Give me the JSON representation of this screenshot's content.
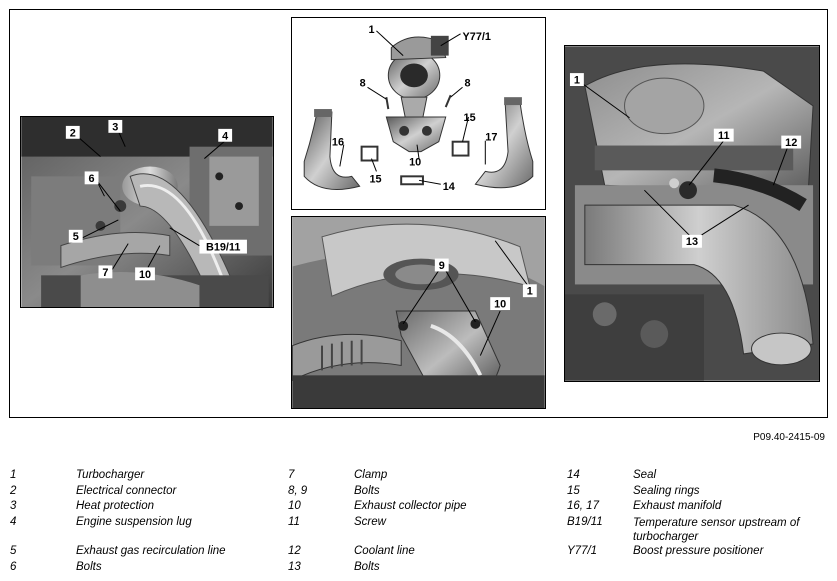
{
  "document_id": "P09.40-2415-09",
  "photo_left_callouts": {
    "c2": "2",
    "c3": "3",
    "c4": "4",
    "c6": "6",
    "c5": "5",
    "c7": "7",
    "c10": "10",
    "cB19": "B19/11"
  },
  "photo_diagram_callouts": {
    "c1": "1",
    "cY77": "Y77/1",
    "c8a": "8",
    "c8b": "8",
    "c15a": "15",
    "c15b": "15",
    "c16": "16",
    "c17": "17",
    "c10": "10",
    "c14": "14"
  },
  "photo_bottom_callouts": {
    "c9": "9",
    "c1": "1",
    "c10": "10"
  },
  "photo_right_callouts": {
    "c1": "1",
    "c11": "11",
    "c12": "12",
    "c13": "13"
  },
  "legend": {
    "col1": [
      {
        "key": "1",
        "label": "Turbocharger"
      },
      {
        "key": "2",
        "label": "Electrical connector"
      },
      {
        "key": "3",
        "label": "Heat protection"
      },
      {
        "key": "4",
        "label": "Engine suspension lug"
      },
      {
        "key": "5",
        "label": "Exhaust gas recirculation line"
      },
      {
        "key": "6",
        "label": "Bolts"
      }
    ],
    "col2": [
      {
        "key": "7",
        "label": "Clamp"
      },
      {
        "key": "8, 9",
        "label": "Bolts"
      },
      {
        "key": "10",
        "label": "Exhaust collector pipe"
      },
      {
        "key": "11",
        "label": "Screw"
      },
      {
        "key": "12",
        "label": "Coolant line"
      },
      {
        "key": "13",
        "label": "Bolts"
      }
    ],
    "col3": [
      {
        "key": "14",
        "label": "Seal"
      },
      {
        "key": "15",
        "label": "Sealing rings"
      },
      {
        "key": "16, 17",
        "label": "Exhaust manifold"
      },
      {
        "key": "B19/11",
        "label": "Temperature sensor upstream of turbocharger"
      },
      {
        "key": "Y77/1",
        "label": "Boost pressure positioner"
      }
    ]
  }
}
